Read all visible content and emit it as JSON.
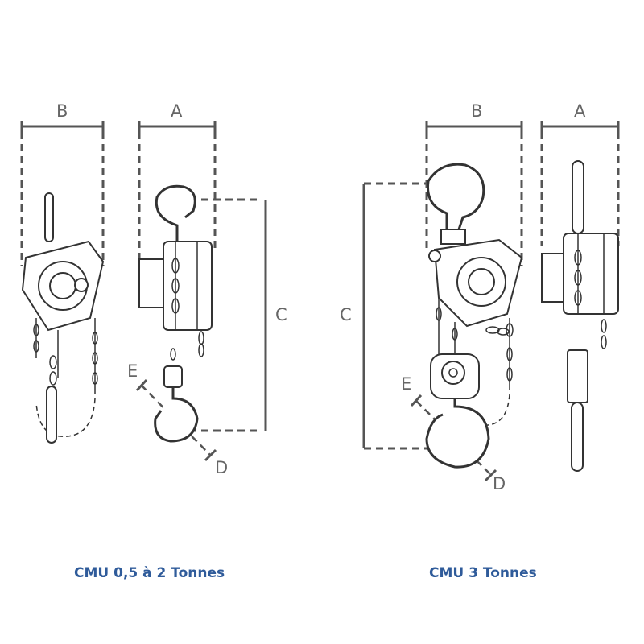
{
  "figures": [
    {
      "caption": "CMU 0,5 à 2 Tonnes",
      "labels": {
        "a": "A",
        "b": "B",
        "c": "C",
        "d": "D",
        "e": "E"
      }
    },
    {
      "caption": "CMU 3 Tonnes",
      "labels": {
        "a": "A",
        "b": "B",
        "c": "C",
        "d": "D",
        "e": "E"
      }
    }
  ],
  "colors": {
    "caption": "#2f5b9a",
    "dimension": "#555555"
  }
}
